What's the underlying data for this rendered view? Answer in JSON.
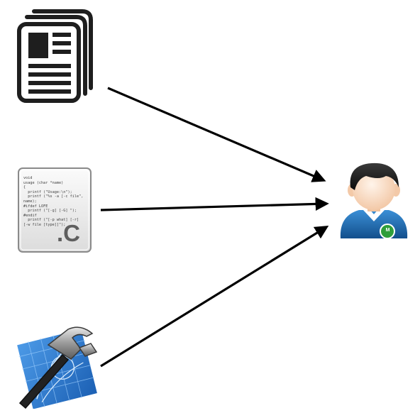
{
  "source_code": {
    "lines": [
      "void",
      "usage (char *name)",
      "{",
      "  printf (\"Usage:\\n\");",
      "  printf (\"%s -a [-c file\",",
      "name);",
      "#ifdef LOFE",
      "  printf (\"[-g] [-G] \");",
      "#endif",
      "  printf (\"[-p what] [-r]",
      "[-w file [type]]\");"
    ],
    "extension": ".C"
  },
  "user": {
    "badge": "M"
  },
  "colors": {
    "arrow": "#000000",
    "user_shirt": "#1f6fb6",
    "badge": "#2e9e3a",
    "blueprint": "#2f7fd6"
  },
  "icons": [
    "document-icon",
    "c-source-file-icon",
    "xcode-hammer-icon",
    "user-avatar-icon"
  ]
}
